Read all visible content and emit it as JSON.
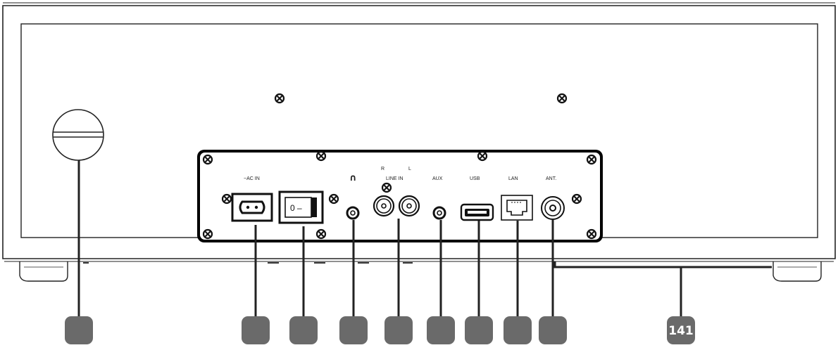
{
  "panel_labels": {
    "ac_in": "~AC IN",
    "headphones_glyph": "∩",
    "line_in": "LINE IN",
    "line_in_r": "R",
    "line_in_l": "L",
    "aux": "AUX",
    "usb": "USB",
    "lan": "LAN",
    "antenna": "ANT."
  },
  "power_switch_text": "0 –",
  "callouts": [
    {
      "id": "callout-cable-clip",
      "text": ""
    },
    {
      "id": "callout-ac-in",
      "text": ""
    },
    {
      "id": "callout-power-switch",
      "text": ""
    },
    {
      "id": "callout-headphones",
      "text": ""
    },
    {
      "id": "callout-line-in",
      "text": ""
    },
    {
      "id": "callout-aux",
      "text": ""
    },
    {
      "id": "callout-usb",
      "text": ""
    },
    {
      "id": "callout-lan",
      "text": ""
    },
    {
      "id": "callout-antenna",
      "text": ""
    },
    {
      "id": "callout-rear-edge",
      "text": "141"
    }
  ],
  "colors": {
    "line": "#222222",
    "callout_fill": "#6a6a6a"
  }
}
